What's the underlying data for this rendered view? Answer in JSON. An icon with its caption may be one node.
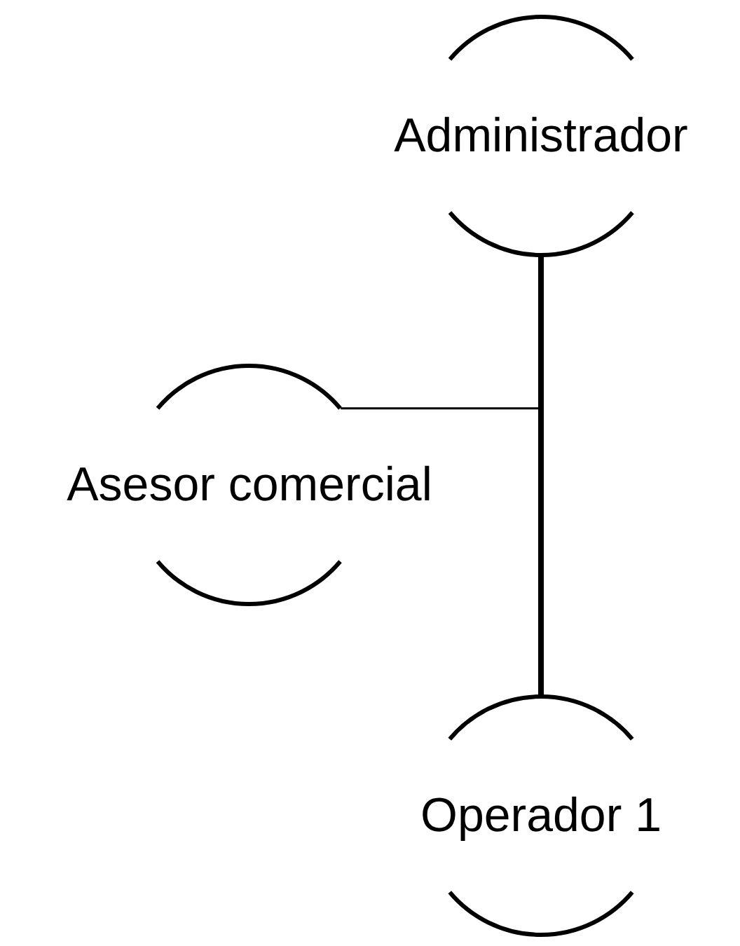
{
  "diagram": {
    "nodes": [
      {
        "text": [
          "Administrador"
        ]
      },
      {
        "text": [
          "Asesor comercial"
        ]
      },
      {
        "text": [
          "Operador 1"
        ]
      }
    ],
    "edges": [
      {
        "from": 0,
        "to": 2,
        "arrow": "none",
        "style": "thick"
      },
      {
        "from": 1,
        "to": 0,
        "arrow": "none"
      }
    ]
  }
}
